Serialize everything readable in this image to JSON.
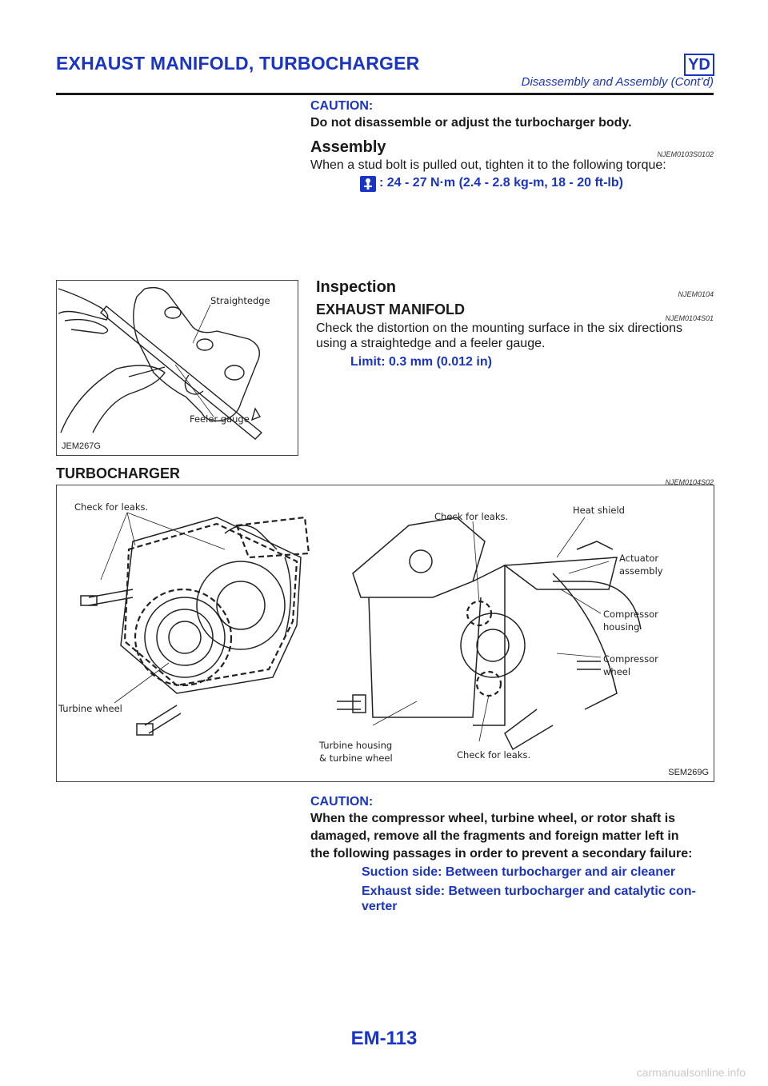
{
  "header": {
    "title": "EXHAUST MANIFOLD, TURBOCHARGER",
    "badge": "YD",
    "subtitle": "Disassembly and Assembly (Cont’d)"
  },
  "caution1": {
    "heading": "CAUTION:",
    "text": "Do not disassemble or adjust the turbocharger body."
  },
  "assembly": {
    "heading": "Assembly",
    "code": "NJEM0103S0102",
    "text": "When a stud bolt is pulled out, tighten it to the following torque:",
    "spec": ": 24 - 27 N·m (2.4 - 2.8 kg-m, 18 - 20 ft-lb)",
    "icon": "torque-wrench-icon"
  },
  "inspection": {
    "heading": "Inspection",
    "code": "NJEM0104",
    "sub_heading": "EXHAUST MANIFOLD",
    "sub_code": "NJEM0104S01",
    "text_line1": "Check the distortion on the mounting surface in the six directions",
    "text_line2": "using a straightedge and a feeler gauge.",
    "spec": "Limit: 0.3 mm (0.012 in)"
  },
  "figure1": {
    "caption": "JEM267G",
    "labels": {
      "straightedge": "Straightedge",
      "feeler": "Feeler gauge"
    }
  },
  "turbo": {
    "heading": "TURBOCHARGER",
    "code": "NJEM0104S02"
  },
  "figure2": {
    "caption": "SEM269G",
    "labels": {
      "check_leaks_left": "Check for leaks.",
      "turbine_wheel": "Turbine wheel",
      "check_leaks_top": "Check for leaks.",
      "heat_shield": "Heat shield",
      "actuator1": "Actuator",
      "actuator2": "assembly",
      "comp_housing1": "Compressor",
      "comp_housing2": "housing",
      "comp_wheel1": "Compressor",
      "comp_wheel2": "wheel",
      "turbine_housing1": "Turbine housing",
      "turbine_housing2": "& turbine wheel",
      "check_leaks_bottom": "Check for leaks."
    }
  },
  "caution2": {
    "heading": "CAUTION:",
    "line1": "When the compressor wheel, turbine wheel, or rotor shaft is",
    "line2": "damaged, remove all the fragments and foreign matter left in",
    "line3": "the following passages in order to prevent a secondary failure:",
    "item1": "Suction side: Between turbocharger and air cleaner",
    "item2_line1": "Exhaust side: Between turbocharger and catalytic con-",
    "item2_line2": "verter"
  },
  "footer": {
    "page": "EM-113",
    "watermark": "carmanualsonline.info"
  },
  "colors": {
    "accent": "#1a34c8",
    "text": "#1a1a1a"
  }
}
